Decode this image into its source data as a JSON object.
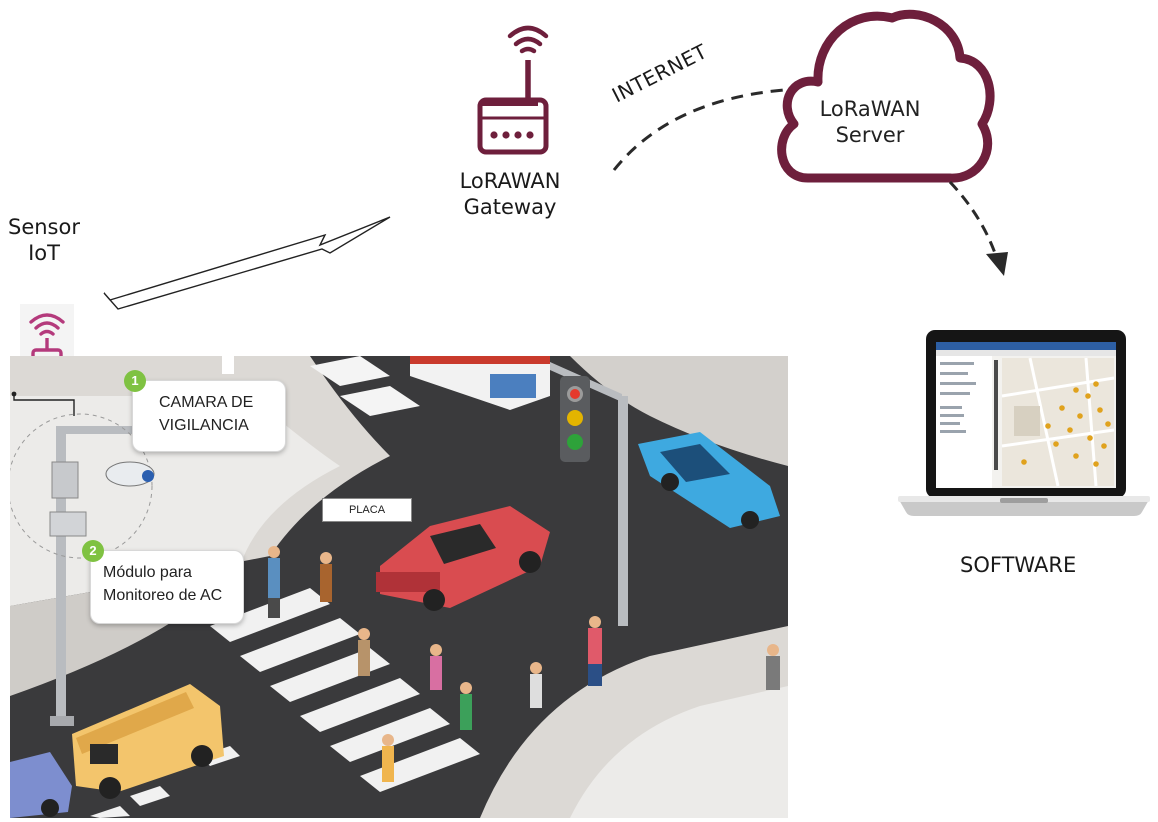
{
  "labels": {
    "sensor": "Sensor\nIoT",
    "gateway": "LoRAWAN\nGateway",
    "server": "LoRaWAN\nServer",
    "internet": "INTERNET",
    "software": "SOFTWARE"
  },
  "scene": {
    "callout_1_number": "1",
    "callout_1_text": "CAMARA DE\nVIGILANCIA",
    "callout_2_number": "2",
    "callout_2_text": "Módulo para\nMonitoreo de AC",
    "plate_label": "PLACA"
  },
  "colors": {
    "icon_maroon": "#6e1f3c",
    "sensor_magenta": "#b43a7c",
    "badge_green": "#7fc242",
    "road": "#3a3a3c",
    "sidewalk": "#d9d6d2"
  },
  "icons": {
    "sensor": "iot-sensor-wifi-icon",
    "gateway": "router-gateway-icon",
    "server": "cloud-icon",
    "software": "laptop-map-icon"
  }
}
